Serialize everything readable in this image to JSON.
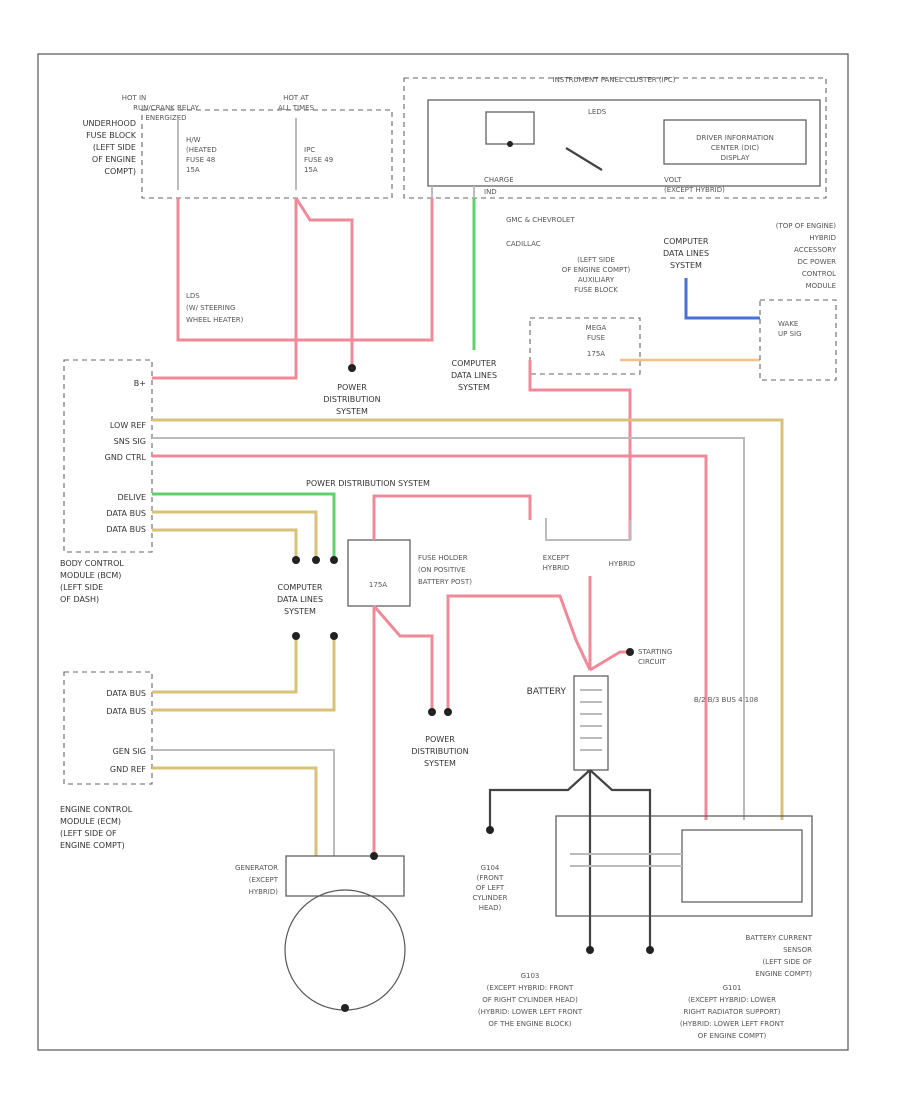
{
  "image_code": "",
  "fuse_block": {
    "title": [
      "UNDERHOOD",
      "FUSE BLOCK",
      "(LEFT SIDE",
      "OF ENGINE",
      "COMPT)"
    ],
    "hot_run": [
      "HOT IN",
      "RUN/CRANK RELAY",
      "ENERGIZED"
    ],
    "hot_all": [
      "HOT AT",
      "ALL TIMES"
    ],
    "fuse1": [
      "H/W",
      "(HEATED",
      "FUSE 48",
      "15A"
    ],
    "fuse2": [
      "IPC",
      "FUSE 49",
      "15A"
    ]
  },
  "ipc": {
    "title": "INSTRUMENT PANEL CLUSTER (IPC)",
    "label_a": "CHARGE",
    "label_b": "IND",
    "label_c": "LEDS",
    "dic": [
      "DRIVER INFORMATION",
      "CENTER (DIC)",
      "DISPLAY"
    ],
    "volt": "VOLT",
    "except_hybrid": "(EXCEPT HYBRID)"
  },
  "labels": {
    "gmc": "GMC & CHEVROLET",
    "cadillac": "CADILLAC",
    "steering": [
      "LDS",
      "(W/ STEERING",
      "WHEEL HEATER)"
    ],
    "comp_data_top": [
      "COMPUTER",
      "DATA LINES",
      "SYSTEM"
    ],
    "comp_data_mid": [
      "COMPUTER",
      "DATA LINES",
      "SYSTEM"
    ],
    "comp_data_bcm": [
      "COMPUTER",
      "DATA LINES",
      "SYSTEM"
    ],
    "power_dist_1": [
      "POWER",
      "DISTRIBUTION",
      "SYSTEM"
    ],
    "power_dist_2": "POWER DISTRIBUTION SYSTEM",
    "power_dist_3": [
      "POWER",
      "DISTRIBUTION",
      "SYSTEM"
    ],
    "aux_fuse": [
      "(LEFT SIDE",
      "OF ENGINE COMPT)",
      "AUXILIARY",
      "FUSE BLOCK"
    ],
    "mega": [
      "MEGA",
      "FUSE",
      "175A"
    ],
    "acc_module": [
      "(TOP OF ENGINE)",
      "HYBRID",
      "ACCESSORY",
      "DC POWER",
      "CONTROL",
      "MODULE"
    ],
    "wake_up": [
      "WAKE",
      "UP SIG"
    ],
    "bcm": [
      "BODY CONTROL",
      "MODULE (BCM)",
      "(LEFT SIDE",
      "OF DASH)"
    ],
    "bcm_pins": [
      "B+",
      "LOW REF",
      "SNS SIG",
      "GND CTRL",
      "DELIVE",
      "DATA BUS",
      "DATA BUS"
    ],
    "fuse_holder": [
      "FUSE HOLDER",
      "(ON POSITIVE",
      "BATTERY POST)"
    ],
    "fuse_holder_amp": "175A",
    "except_hybrid": [
      "EXCEPT",
      "HYBRID"
    ],
    "hybrid": "HYBRID",
    "starting": [
      "STARTING",
      "CIRCUIT"
    ],
    "battery": "BATTERY",
    "ecm": [
      "ENGINE CONTROL",
      "MODULE (ECM)",
      "(LEFT SIDE OF",
      "ENGINE COMPT)"
    ],
    "ecm_pins": [
      "DATA BUS",
      "DATA BUS",
      "GEN SIG",
      "GND REF"
    ],
    "generator": [
      "GENERATOR",
      "(EXCEPT",
      "HYBRID)"
    ],
    "g104": [
      "G104",
      "(FRONT",
      "OF LEFT",
      "CYLINDER",
      "HEAD)"
    ],
    "g103": [
      "G103",
      "(EXCEPT HYBRID: FRONT",
      "OF RIGHT CYLINDER HEAD)",
      "(HYBRID: LOWER LEFT FRONT",
      "OF THE ENGINE BLOCK)"
    ],
    "g101": [
      "G101",
      "(EXCEPT HYBRID: LOWER",
      "RIGHT RADIATOR SUPPORT)",
      "(HYBRID: LOWER LEFT FRONT",
      "OF ENGINE COMPT)"
    ],
    "sensor": [
      "BATTERY CURRENT",
      "SENSOR",
      "(LEFT SIDE OF",
      "ENGINE COMPT)"
    ],
    "sensor_note": "B/2   B/3   BUS 4 108"
  }
}
